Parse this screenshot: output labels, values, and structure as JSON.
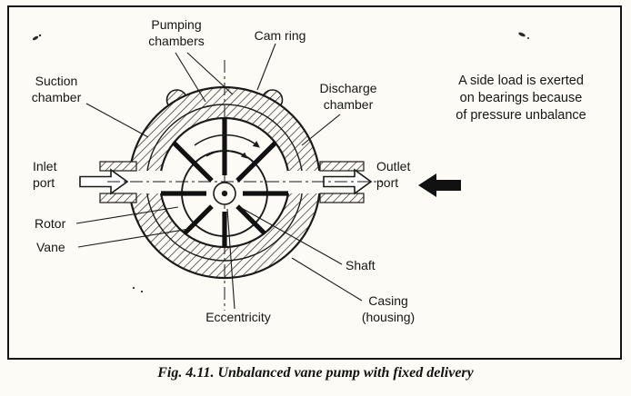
{
  "figure": {
    "caption": "Fig. 4.11. Unbalanced vane pump with fixed delivery"
  },
  "labels": {
    "pumping_chambers": "Pumping chambers",
    "cam_ring": "Cam ring",
    "suction_chamber": "Suction chamber",
    "discharge_chamber": "Discharge chamber",
    "inlet_port": "Inlet port",
    "outlet_port": "Outlet port",
    "rotor": "Rotor",
    "vane": "Vane",
    "shaft": "Shaft",
    "eccentricity": "Eccentricity",
    "casing_housing": "Casing (housing)",
    "side_load_note_lines": [
      "A side load is exerted",
      "on bearings because",
      "of pressure unbalance"
    ]
  },
  "icons": {
    "inlet_flow_arrow": "flow-arrow-right-icon",
    "outlet_flow_arrow": "flow-arrow-right-icon",
    "side_load_arrow": "side-load-arrow-left-icon",
    "rotation_arrow": "rotation-clockwise-arrow-icon"
  },
  "colors": {
    "ink": "#1a1a1a",
    "paper": "#fcfbf6"
  }
}
